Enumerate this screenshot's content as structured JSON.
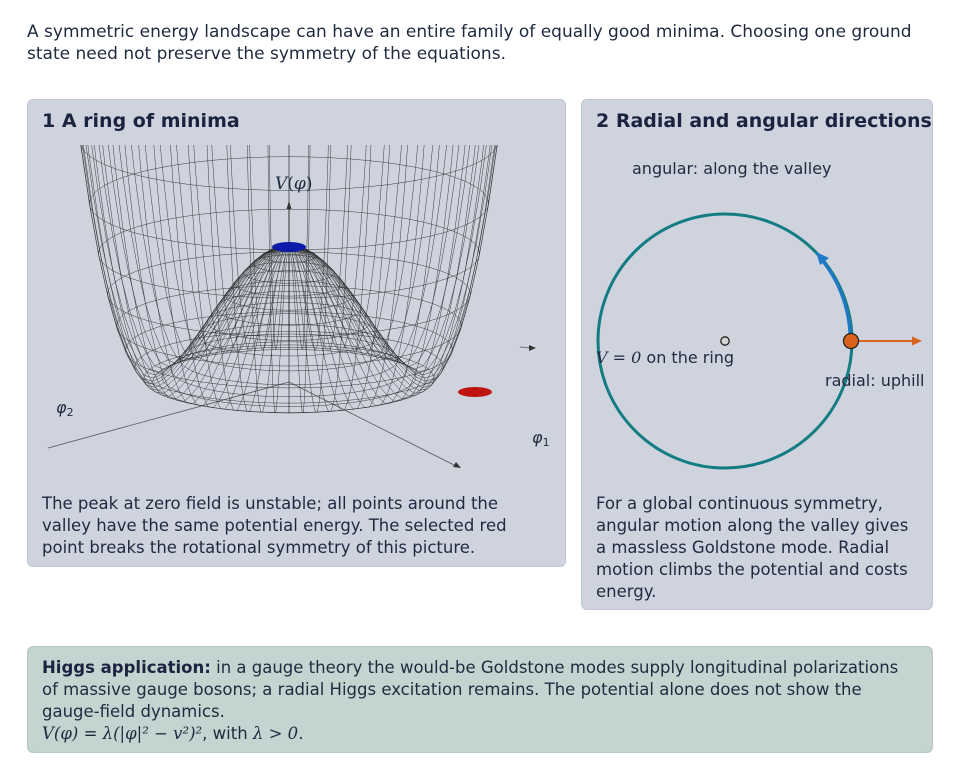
{
  "intro": "A symmetric energy landscape can have an entire family of equally good minima. Choosing one ground state need not preserve the symmetry of the equations.",
  "panel1": {
    "title": "1 A ring of minima",
    "axis_v": "V(φ)",
    "axis_phi2": "φ2",
    "axis_phi1": "φ1",
    "caption": "The peak at zero field is unstable; all points around the valley have the same potential energy. The selected red point breaks the rotational symmetry of this picture."
  },
  "panel2": {
    "title": "2 Radial and angular directions",
    "angular_label": "angular: along the valley",
    "ring_label_math": "V = 0",
    "ring_label_text": " on the ring",
    "radial_label": "radial: uphill",
    "caption": "For a global continuous symmetry, angular motion along the valley gives a massless Goldstone mode. Radial motion climbs the potential and costs energy."
  },
  "higgs": {
    "heading": "Higgs application:",
    "body": " in a gauge theory the would-be Goldstone modes supply longitudinal polarizations of massive gauge bosons; a radial Higgs excitation remains. The potential alone does not show the gauge-field dynamics.",
    "formula": "V(φ) = λ(|φ|² − v²)²",
    "formula_suffix": ", with ",
    "condition": "λ > 0",
    "end": "."
  },
  "colors": {
    "ring": "#137c82",
    "angular_arrow": "#1f78c8",
    "radial_arrow": "#d9631c",
    "selected_point": "#c0150f",
    "peak": "#0b1aa8",
    "mesh": "#2a2a2a"
  }
}
